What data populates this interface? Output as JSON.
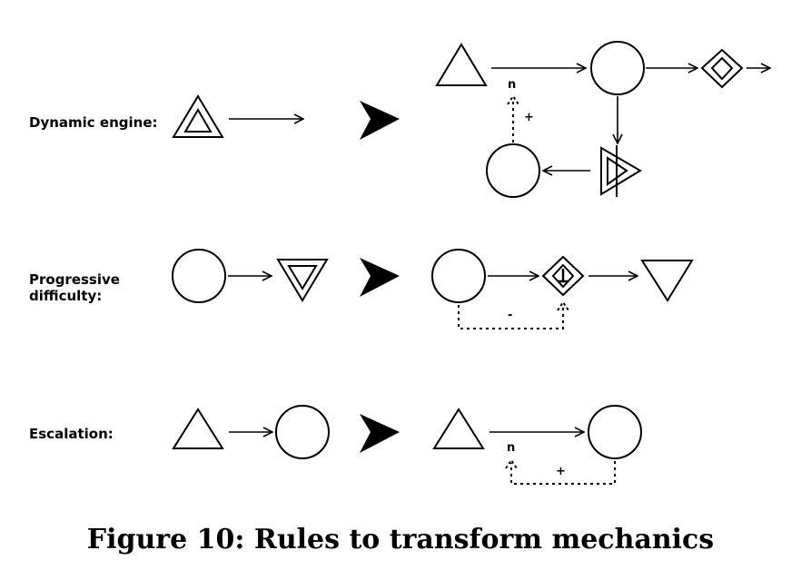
{
  "rules": [
    {
      "name": "Dynamic engine:",
      "lines": [
        "Dynamic engine:"
      ]
    },
    {
      "name": "Progressive difficulty:",
      "lines": [
        "Progressive",
        "difficulty:"
      ]
    },
    {
      "name": "Escalation:",
      "lines": [
        "Escalation:"
      ]
    }
  ],
  "marks": {
    "dynamic_engine_n": "n",
    "dynamic_engine_plus": "+",
    "progressive_minus": "-",
    "escalation_n": "n",
    "escalation_plus": "+"
  },
  "caption": "Figure 10: Rules to transform mechanics"
}
